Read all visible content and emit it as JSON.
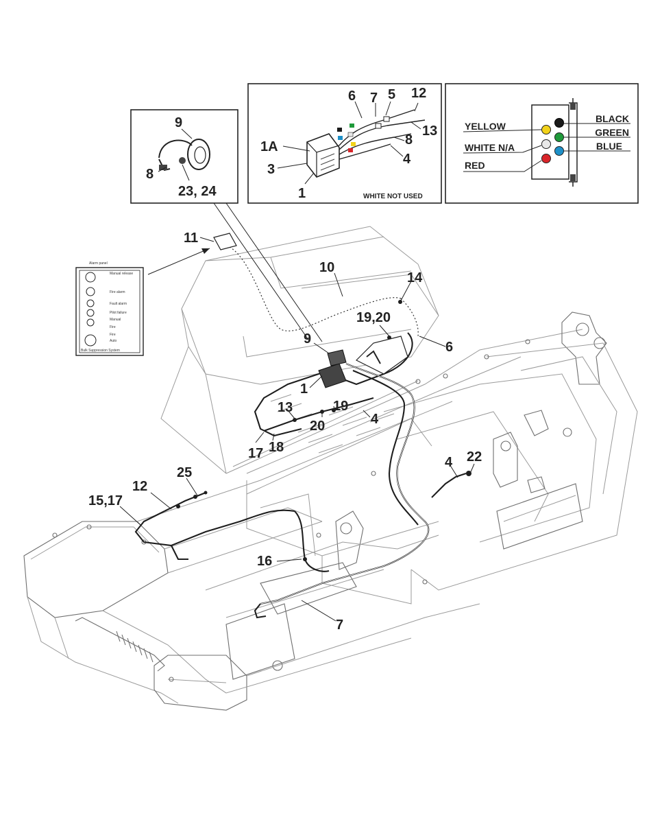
{
  "callouts": {
    "c9_inset": "9",
    "c8_inset": "8",
    "c23_24": "23, 24",
    "c6_inset": "6",
    "c7_inset": "7",
    "c5_inset": "5",
    "c12_inset": "12",
    "c13_inset": "13",
    "c1A": "1A",
    "c8_inset2": "8",
    "c3": "3",
    "c4_inset": "4",
    "c1_inset": "1",
    "c11": "11",
    "c10": "10",
    "c14": "14",
    "c19_20_top": "19,20",
    "c6": "6",
    "c9": "9",
    "c1": "1",
    "c13": "13",
    "c19": "19",
    "c20": "20",
    "c4": "4",
    "c17": "17",
    "c18": "18",
    "c4_right": "4",
    "c22": "22",
    "c25": "25",
    "c12": "12",
    "c15_17": "15,17",
    "c16": "16",
    "c7": "7"
  },
  "inset_note": "WHITE NOT USED",
  "wire_colors": {
    "black": "BLACK",
    "green": "GREEN",
    "blue": "BLUE",
    "yellow": "YELLOW",
    "white": "WHITE N/A",
    "red": "RED"
  },
  "swatches": {
    "black": "#1a1a1a",
    "green": "#1f9a3a",
    "blue": "#1e90c8",
    "yellow": "#f2d21a",
    "white": "#e8e8e8",
    "red": "#d9252a"
  },
  "alarm_panel": {
    "title": "Alarm panel",
    "rows": [
      "Manual release",
      "Fire alarm",
      "Fault alarm",
      "Pilot failure",
      "Manual",
      "Fire",
      "Fire",
      "Auto"
    ],
    "footer": "Bulk Suppression System"
  }
}
